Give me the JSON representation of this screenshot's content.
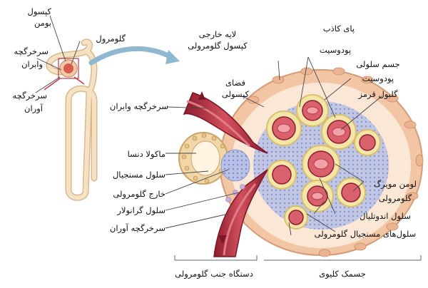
{
  "labels": {
    "capsule_line1": "کپسول",
    "capsule_line2": "بومن",
    "glomerulus": "گلومرول",
    "efferent_small_line1": "سرخرگچه",
    "efferent_small_line2": "وابران",
    "afferent_small_line1": "سرخرگچه",
    "afferent_small_line2": "آوران",
    "outer_layer_line1": "لایه خارجی",
    "outer_layer_line2": "کپسول گلومرولی",
    "capsular_space_line1": "فضای",
    "capsular_space_line2": "کپسولی",
    "efferent_arteriole": "سرخرگچه وابران",
    "macula_densa": "ماکولا دنسا",
    "mesangial_cell": "سلول مسنجیال",
    "extraglomerular": "خارج گلومرولی",
    "granular_cell": "سلول گرانولار",
    "afferent_arteriole": "سرخرگچه آوران",
    "pseudopodia_line1": "پای کاذب",
    "pseudopodia_line2": "پودوسیت",
    "podocyte_body_line1": "جسم سلولی",
    "podocyte_body_line2": "پودوسیت",
    "red_blood_cell": "گلبول قرمز",
    "capillary_lumen_line1": "لومن مویرگ",
    "capillary_lumen_line2": "گلومرولی",
    "endothelial_cell": "سلول اندوتلیال",
    "glomerular_mesangial": "سلول‌های مسنجیال گلومرولی",
    "jg_apparatus": "دستگاه جنب گلومرولی",
    "renal_corpuscle": "جسمک کلیوی"
  },
  "colors": {
    "tubule": "#f3d9b4",
    "tubule_edge": "#d9b98d",
    "artery": "#c0394a",
    "artery_dark": "#8e1d2e",
    "artery_light": "#e07b86",
    "capsule": "#f2c9a6",
    "podocyte": "#f4e6a8",
    "podocyte_edge": "#d9c06c",
    "mesangium": "#a8b4e0",
    "arrow": "#8fb7cf",
    "line": "#444444"
  }
}
